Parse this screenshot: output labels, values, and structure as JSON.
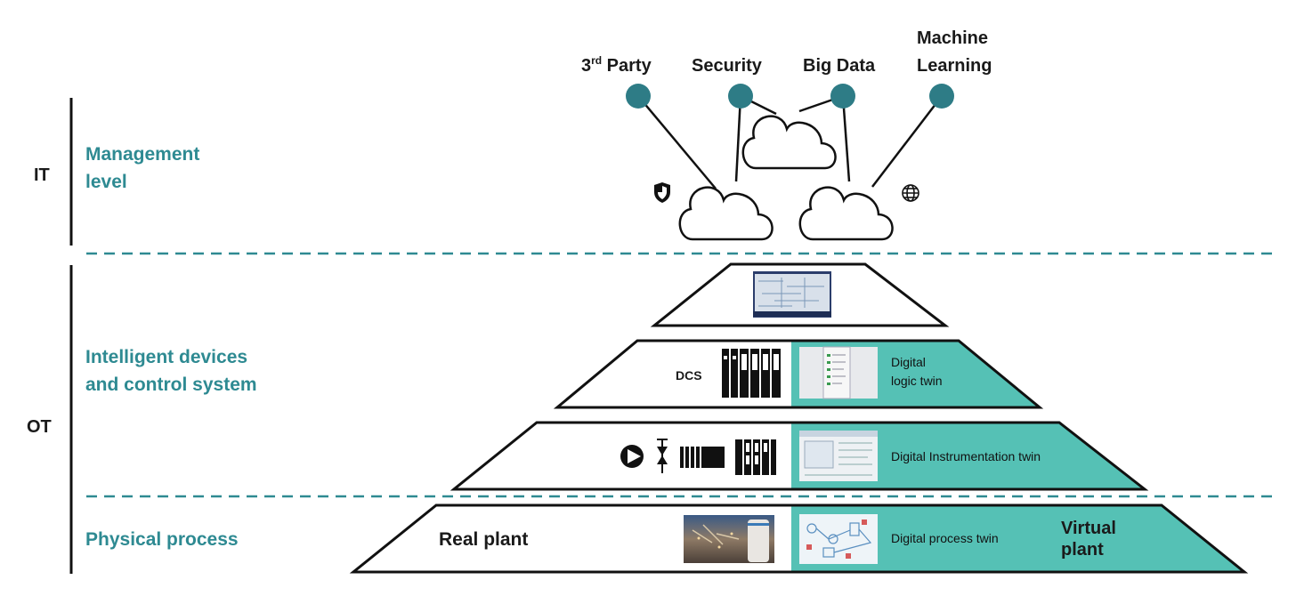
{
  "colors": {
    "teal": "#2e8a92",
    "teal_fill": "#55c1b5",
    "node": "#2e7c86",
    "ink": "#111111"
  },
  "levels": {
    "it": "IT",
    "ot": "OT",
    "management": [
      "Management",
      "level"
    ],
    "intelligent": [
      "Intelligent devices",
      "and control system"
    ],
    "physical": "Physical process"
  },
  "nodes": {
    "third_party_base": "3",
    "third_party_sup": "rd",
    "third_party_rest": " Party",
    "security": "Security",
    "big_data": "Big Data",
    "machine_learning": [
      "Machine",
      "Learning"
    ]
  },
  "icons": {
    "shield": "shield-icon",
    "globe": "globe-icon",
    "cloud": "cloud-icon"
  },
  "tiers": {
    "dcs": "DCS",
    "logic_twin": [
      "Digital",
      "logic twin"
    ],
    "instrumentation_twin": "Digital Instrumentation twin",
    "real_plant": "Real plant",
    "process_twin": "Digital process twin",
    "virtual_plant": [
      "Virtual",
      "plant"
    ]
  }
}
